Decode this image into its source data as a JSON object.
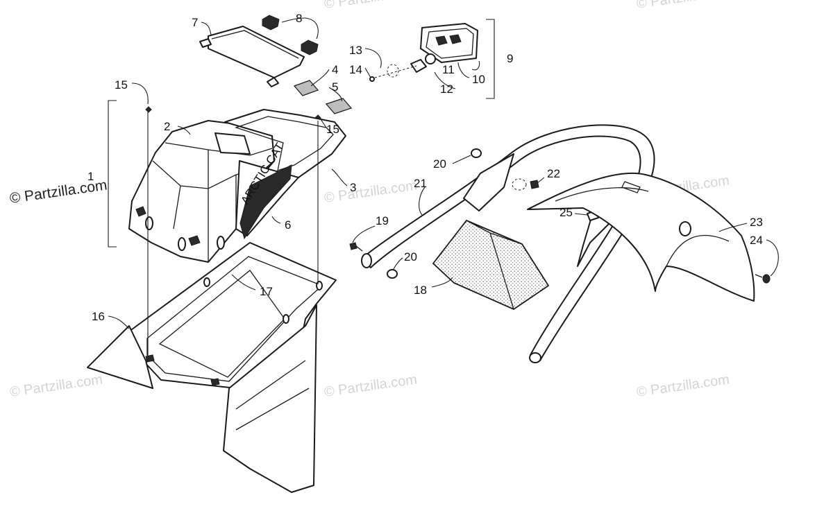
{
  "watermark": {
    "text": "© Partzilla.com"
  },
  "callouts": [
    {
      "id": "1",
      "label": "1"
    },
    {
      "id": "2",
      "label": "2"
    },
    {
      "id": "3",
      "label": "3"
    },
    {
      "id": "4",
      "label": "4"
    },
    {
      "id": "5",
      "label": "5"
    },
    {
      "id": "6",
      "label": "6"
    },
    {
      "id": "7",
      "label": "7"
    },
    {
      "id": "8",
      "label": "8"
    },
    {
      "id": "9",
      "label": "9"
    },
    {
      "id": "10",
      "label": "10"
    },
    {
      "id": "11",
      "label": "11"
    },
    {
      "id": "12",
      "label": "12"
    },
    {
      "id": "13",
      "label": "13"
    },
    {
      "id": "14",
      "label": "14"
    },
    {
      "id": "15a",
      "label": "15"
    },
    {
      "id": "15b",
      "label": "15"
    },
    {
      "id": "16",
      "label": "16"
    },
    {
      "id": "17",
      "label": "17"
    },
    {
      "id": "18",
      "label": "18"
    },
    {
      "id": "19",
      "label": "19"
    },
    {
      "id": "20a",
      "label": "20"
    },
    {
      "id": "20b",
      "label": "20"
    },
    {
      "id": "21",
      "label": "21"
    },
    {
      "id": "22",
      "label": "22"
    },
    {
      "id": "23",
      "label": "23"
    },
    {
      "id": "24",
      "label": "24"
    },
    {
      "id": "25",
      "label": "25"
    }
  ],
  "decal_text": "ARCTIC CAT"
}
